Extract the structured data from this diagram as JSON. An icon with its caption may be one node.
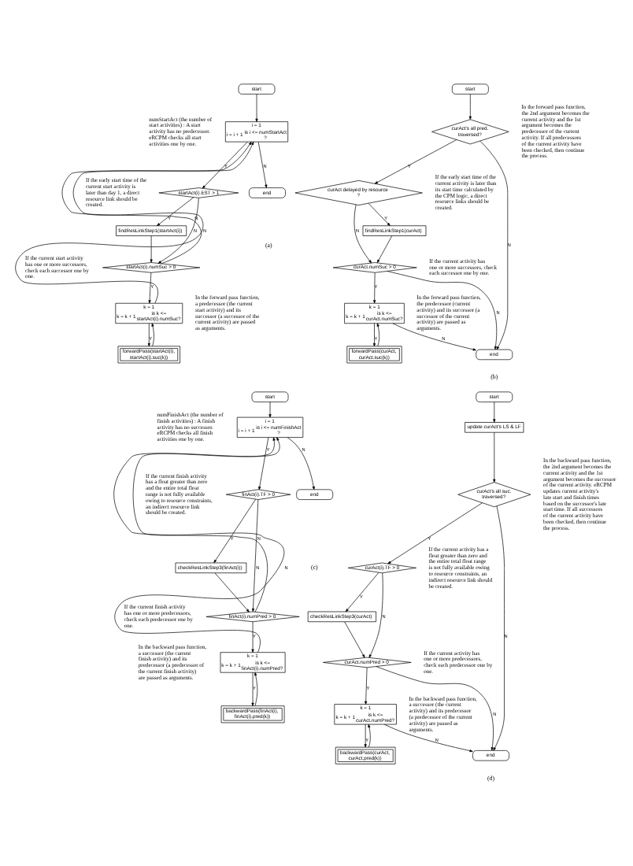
{
  "diagram": {
    "nodes": [
      {
        "text": [
          "start"
        ]
      },
      {
        "text": [
          "i = 1",
          "i = i + 1",
          "is i <= numStartAct ?"
        ]
      },
      {
        "text": [
          "startAct(i).EST > 1"
        ]
      },
      {
        "text": [
          "findResLinkStep1(startAct(i))"
        ]
      },
      {
        "text": [
          "startAct(i).numSuc > 0"
        ]
      },
      {
        "text": [
          "k = 1",
          "k = k + 1",
          "is k <= startAct(i).numSuc?"
        ]
      },
      {
        "text": [
          "forwardPass(startAct(i), startAct(i).suc(k))"
        ]
      },
      {
        "text": [
          "end"
        ]
      },
      {
        "text": [
          "start"
        ]
      },
      {
        "text": [
          "curAct's all pred. traversed?"
        ]
      },
      {
        "text": [
          "curAct delayed by resource ?"
        ]
      },
      {
        "text": [
          "findResLinkStep1(curAct)"
        ]
      },
      {
        "text": [
          "curAct.numSuc > 0"
        ]
      },
      {
        "text": [
          "k = 1",
          "k = k + 1",
          "is k <= curAct.numSuc?"
        ]
      },
      {
        "text": [
          "forwardPass(curAct, curAct.suc(k))"
        ]
      },
      {
        "text": [
          "end"
        ]
      },
      {
        "text": [
          "start"
        ]
      },
      {
        "text": [
          "i = 1",
          "i = i + 1",
          "is i <= numFinishAct ?"
        ]
      },
      {
        "text": [
          "finAct(i).TF > 0"
        ]
      },
      {
        "text": [
          "checkResLinkStep3(finAct(i))"
        ]
      },
      {
        "text": [
          "finAct(i).numPred > 0"
        ]
      },
      {
        "text": [
          "k = 1",
          "k = k + 1",
          "is k <= finAct(i).numPred?"
        ]
      },
      {
        "text": [
          "backwardPass(finAct(i), finAct(i).pred(k))"
        ]
      },
      {
        "text": [
          "end"
        ]
      },
      {
        "text": [
          "start"
        ]
      },
      {
        "text": [
          "update curAct's LS & LF"
        ]
      },
      {
        "text": [
          "curAct's all suc. traversed?"
        ]
      },
      {
        "text": [
          "curAct(i).TF > 0"
        ]
      },
      {
        "text": [
          "checkResLinkStep3(curAct)"
        ]
      },
      {
        "text": [
          "curAct.numPred > 0"
        ]
      },
      {
        "text": [
          "k = 1",
          "k = k + 1",
          "is k <= curAct.numPred?"
        ]
      },
      {
        "text": [
          "backwardPass(curAct, curAct.pred(k))"
        ]
      },
      {
        "text": [
          "end"
        ]
      }
    ],
    "edges": [
      {
        "from": 0,
        "to": 1,
        "arrow": "to"
      },
      {
        "from": 1,
        "to": 2,
        "arrow": "to",
        "label": "Y"
      },
      {
        "from": 1,
        "to": 7,
        "arrow": "to",
        "label": "N"
      },
      {
        "from": 2,
        "to": 3,
        "arrow": "to",
        "label": "Y"
      },
      {
        "from": 2,
        "to": 4,
        "arrow": "to",
        "label": "N"
      },
      {
        "from": 3,
        "to": 4,
        "arrow": "to"
      },
      {
        "from": 4,
        "to": 5,
        "arrow": "to",
        "label": "Y"
      },
      {
        "from": 4,
        "to": 1,
        "arrow": "to",
        "label": "N"
      },
      {
        "from": 5,
        "to": 6,
        "arrow": "to",
        "label": "Y"
      },
      {
        "from": 5,
        "to": 1,
        "arrow": "to",
        "label": "N"
      },
      {
        "from": 6,
        "to": 5,
        "arrow": "to"
      },
      {
        "from": 8,
        "to": 9,
        "arrow": "to"
      },
      {
        "from": 9,
        "to": 10,
        "arrow": "to",
        "label": "Y"
      },
      {
        "from": 9,
        "to": 15,
        "arrow": "to",
        "label": "N"
      },
      {
        "from": 10,
        "to": 11,
        "arrow": "to",
        "label": "Y"
      },
      {
        "from": 10,
        "to": 12,
        "arrow": "to",
        "label": "N"
      },
      {
        "from": 11,
        "to": 12,
        "arrow": "to"
      },
      {
        "from": 12,
        "to": 13,
        "arrow": "to",
        "label": "Y"
      },
      {
        "from": 12,
        "to": 15,
        "arrow": "to",
        "label": "N"
      },
      {
        "from": 13,
        "to": 14,
        "arrow": "to",
        "label": "Y"
      },
      {
        "from": 13,
        "to": 15,
        "arrow": "to",
        "label": "N"
      },
      {
        "from": 14,
        "to": 13,
        "arrow": "to"
      },
      {
        "from": 16,
        "to": 17,
        "arrow": "to"
      },
      {
        "from": 17,
        "to": 18,
        "arrow": "to",
        "label": "Y"
      },
      {
        "from": 17,
        "to": 23,
        "arrow": "to",
        "label": "N"
      },
      {
        "from": 18,
        "to": 19,
        "arrow": "to",
        "label": "Y"
      },
      {
        "from": 18,
        "to": 20,
        "arrow": "to",
        "label": "N"
      },
      {
        "from": 19,
        "to": 20,
        "arrow": "to"
      },
      {
        "from": 20,
        "to": 21,
        "arrow": "to",
        "label": "Y"
      },
      {
        "from": 20,
        "to": 17,
        "arrow": "to",
        "label": "N"
      },
      {
        "from": 21,
        "to": 22,
        "arrow": "to",
        "label": "Y"
      },
      {
        "from": 21,
        "to": 17,
        "arrow": "to",
        "label": "N"
      },
      {
        "from": 22,
        "to": 21,
        "arrow": "to"
      },
      {
        "from": 24,
        "to": 25,
        "arrow": "to"
      },
      {
        "from": 25,
        "to": 26,
        "arrow": "to"
      },
      {
        "from": 26,
        "to": 27,
        "arrow": "to",
        "label": "Y"
      },
      {
        "from": 26,
        "to": 32,
        "arrow": "to",
        "label": "N"
      },
      {
        "from": 27,
        "to": 28,
        "arrow": "to",
        "label": "Y"
      },
      {
        "from": 27,
        "to": 29,
        "arrow": "to",
        "label": "N"
      },
      {
        "from": 28,
        "to": 29,
        "arrow": "to"
      },
      {
        "from": 29,
        "to": 30,
        "arrow": "to",
        "label": "Y"
      },
      {
        "from": 29,
        "to": 32,
        "arrow": "to",
        "label": "N"
      },
      {
        "from": 30,
        "to": 31,
        "arrow": "to",
        "label": "Y"
      },
      {
        "from": 30,
        "to": 32,
        "arrow": "to",
        "label": "N"
      },
      {
        "from": 31,
        "to": 30,
        "arrow": "to"
      }
    ],
    "labels": [
      "numStartAct (the number of start activities) : A start activity has no predecessor. eRCPM checks all start activities one by one.",
      "If the early start time of the current start activity is later than day 1, a direct resource link should be created.",
      "If the current start activity has one or more successors, check each successor one by one.",
      "In the forward pass function, a predecessor (the current start activity) and its successor (a successor of the current activity) are passed as arguments.",
      "In the forward pass function, the 2nd argument becomes the current activity and the 1st argument becomes the predecessor of the current activity. If all predecessors of the current activity have been checked, then continue the process.",
      "If the early start time of the current activity is later than its start time calculated by the CPM logic, a direct resource links should be created.",
      "If the current activity has one or more successors, check each successor one by one.",
      "In the forward pass function, the predecessor (current activity) and its successor (a successor of the current activity) are passed as arguments.",
      "(a)",
      "(b)",
      "numFinishAct (the number of finish activities) : A finish activity has no successor. eRCPM checks all finish activities one by one.",
      "If the current finish activity has a float greater than zero and the entire total float range is not fully available owing to resource constraints, an indirect resource link should be created.",
      "If the current finish activity has one or more predecessors, check each predecessor one by one.",
      "In the backward pass function, a successor (the current finish activity) and its predecessor (a predecessor of the current finish activity) are passed as arguments.",
      "In the backward pass function, the 2nd argument becomes the current activity and the 1st argument becomes the successor of the current activity. eRCPM updates current activity's late start and finish times based on the successor's late start time. If all successors of the current activity have been checked, then continue the process.",
      "If the current activity has a float greater than zero and the entire total float range is not fully available owing to resource constraints, an indirect resource link should be created.",
      "If the current activity has one or more predecessors, check each predecessor one by one.",
      "In the backward pass function, a successor (the current activity) and its predecessor (a predecessor of the current activity) are passed as arguments.",
      "(c)",
      "(d)"
    ]
  }
}
